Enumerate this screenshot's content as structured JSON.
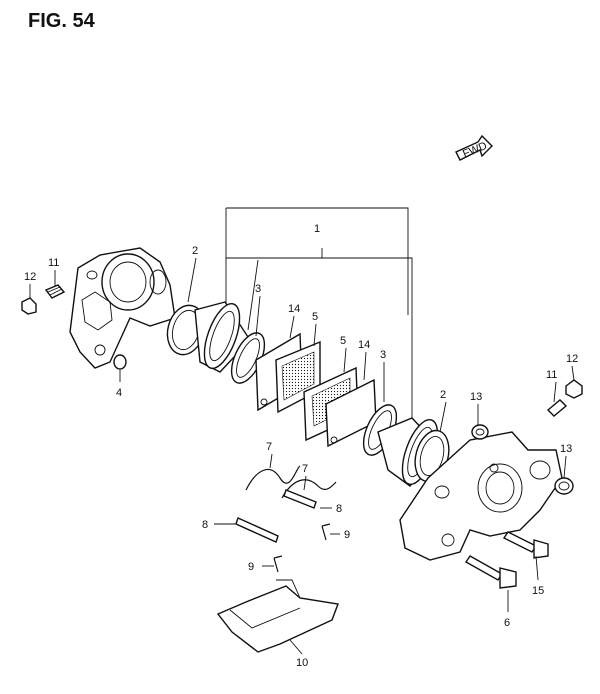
{
  "figure": {
    "title": "FIG. 54"
  },
  "fwd_badge": {
    "text": "FWD"
  },
  "callouts": [
    {
      "id": "c1",
      "label": "1"
    },
    {
      "id": "c2a",
      "label": "2"
    },
    {
      "id": "c2b",
      "label": "2"
    },
    {
      "id": "c3a",
      "label": "3"
    },
    {
      "id": "c3b",
      "label": "3"
    },
    {
      "id": "c4",
      "label": "4"
    },
    {
      "id": "c5a",
      "label": "5"
    },
    {
      "id": "c5b",
      "label": "5"
    },
    {
      "id": "c6",
      "label": "6"
    },
    {
      "id": "c7a",
      "label": "7"
    },
    {
      "id": "c7b",
      "label": "7"
    },
    {
      "id": "c8a",
      "label": "8"
    },
    {
      "id": "c8b",
      "label": "8"
    },
    {
      "id": "c9a",
      "label": "9"
    },
    {
      "id": "c9b",
      "label": "9"
    },
    {
      "id": "c10",
      "label": "10"
    },
    {
      "id": "c11a",
      "label": "11"
    },
    {
      "id": "c11b",
      "label": "11"
    },
    {
      "id": "c12a",
      "label": "12"
    },
    {
      "id": "c12b",
      "label": "12"
    },
    {
      "id": "c13a",
      "label": "13"
    },
    {
      "id": "c13b",
      "label": "13"
    },
    {
      "id": "c14a",
      "label": "14"
    },
    {
      "id": "c14b",
      "label": "14"
    },
    {
      "id": "c15",
      "label": "15"
    }
  ]
}
